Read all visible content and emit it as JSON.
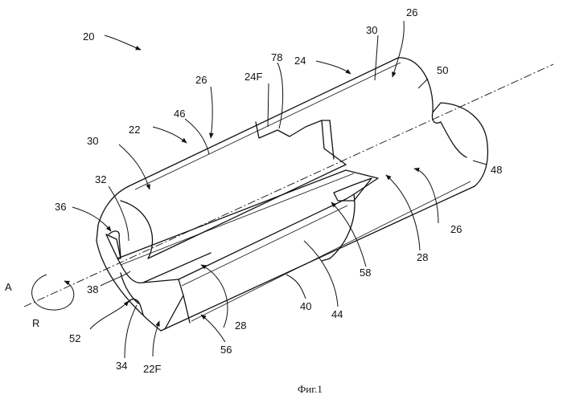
{
  "figure": {
    "caption": "Фиг.1",
    "axis_label": "A",
    "rotation_label": "R",
    "reference_numerals": [
      "20",
      "22",
      "22F",
      "24",
      "24F",
      "26",
      "26",
      "26",
      "26",
      "28",
      "28",
      "30",
      "30",
      "32",
      "34",
      "36",
      "38",
      "40",
      "44",
      "46",
      "48",
      "50",
      "52",
      "56",
      "58",
      "78"
    ]
  }
}
